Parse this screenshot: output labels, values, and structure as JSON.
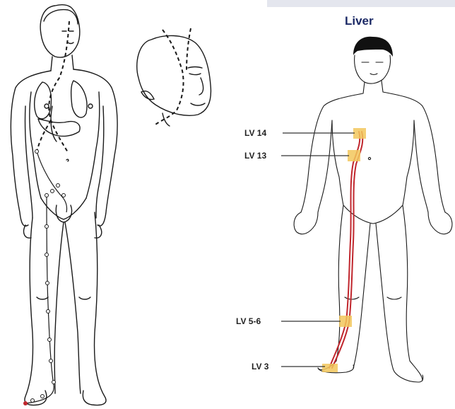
{
  "figure": {
    "title": "Liver",
    "title_color": "#1c2a66",
    "meridian_color": "#c0262d",
    "point_fill": "#f2c75c",
    "line_color": "#1a1a1a"
  },
  "points": [
    {
      "id": "lv14",
      "label": "LV 14"
    },
    {
      "id": "lv13",
      "label": "LV 13"
    },
    {
      "id": "lv56",
      "label": "LV 5-6"
    },
    {
      "id": "lv3",
      "label": "LV 3"
    }
  ],
  "left_figure": {
    "icon": "full-body-meridian-outline"
  },
  "head_figure": {
    "icon": "head-meridian-outline"
  }
}
